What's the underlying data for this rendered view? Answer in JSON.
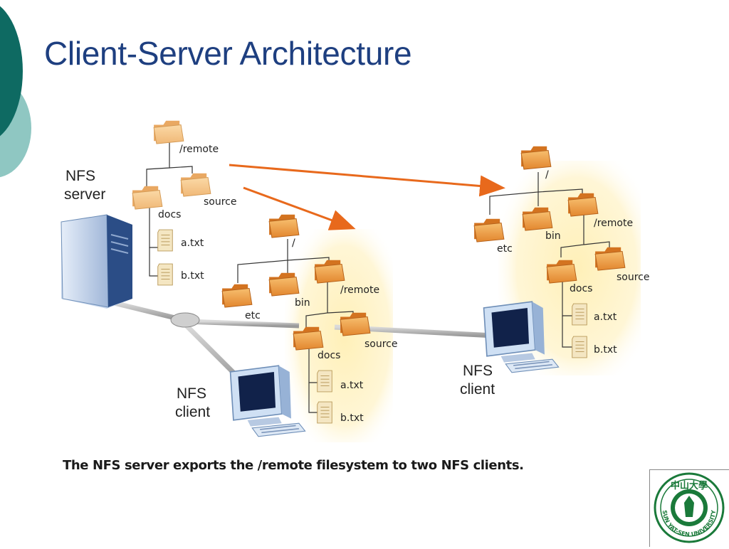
{
  "slide": {
    "title": "Client-Server Architecture",
    "caption": "The NFS server exports the /remote filesystem to two NFS clients."
  },
  "server": {
    "label_line1": "NFS",
    "label_line2": "server",
    "tree": {
      "root": "/remote",
      "folders": [
        "docs",
        "source"
      ],
      "files": [
        "a.txt",
        "b.txt"
      ]
    }
  },
  "client_left": {
    "label_line1": "NFS",
    "label_line2": "client",
    "tree": {
      "root": "/",
      "folders": [
        "etc",
        "bin",
        "/remote",
        "docs",
        "source"
      ],
      "files": [
        "a.txt",
        "b.txt"
      ]
    }
  },
  "client_right": {
    "label_line1": "NFS",
    "label_line2": "client",
    "tree": {
      "root": "/",
      "folders": [
        "etc",
        "bin",
        "/remote",
        "docs",
        "source"
      ],
      "files": [
        "a.txt",
        "b.txt"
      ]
    }
  },
  "logo": {
    "text": "SUN YAT-SEN UNIVERSITY",
    "chinese": "中山大學"
  },
  "colors": {
    "title": "#1e3f80",
    "accent_teal": "#0e6a62",
    "accent_light": "#8fc7c2",
    "arrow": "#e8691c",
    "folder": "#f0a04a",
    "highlight": "#fff2bf",
    "logo_green": "#1a7a3a"
  }
}
